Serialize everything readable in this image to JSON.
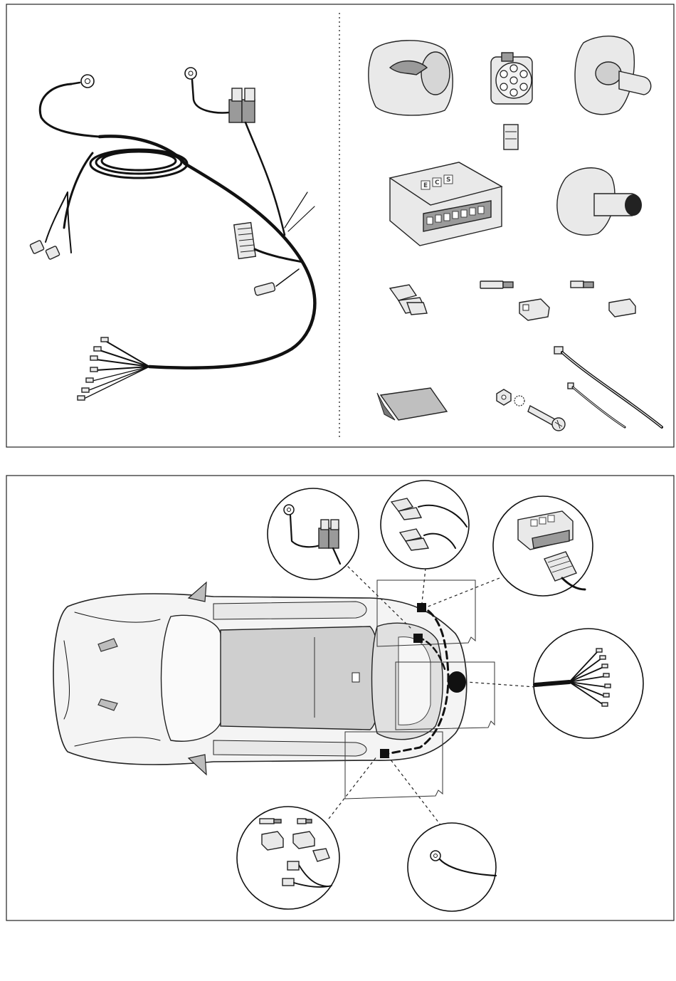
{
  "module_logo": {
    "brand_letters": [
      "E",
      "C",
      "S"
    ]
  },
  "colors": {
    "ink": "#111111",
    "part_fill": "#e9e9e9",
    "car_body": "#f4f4f4",
    "shadow": "#bdbdbd"
  },
  "panels": {
    "top": "wiring-kit-contents",
    "bottom": "installation-routing-on-vehicle"
  }
}
